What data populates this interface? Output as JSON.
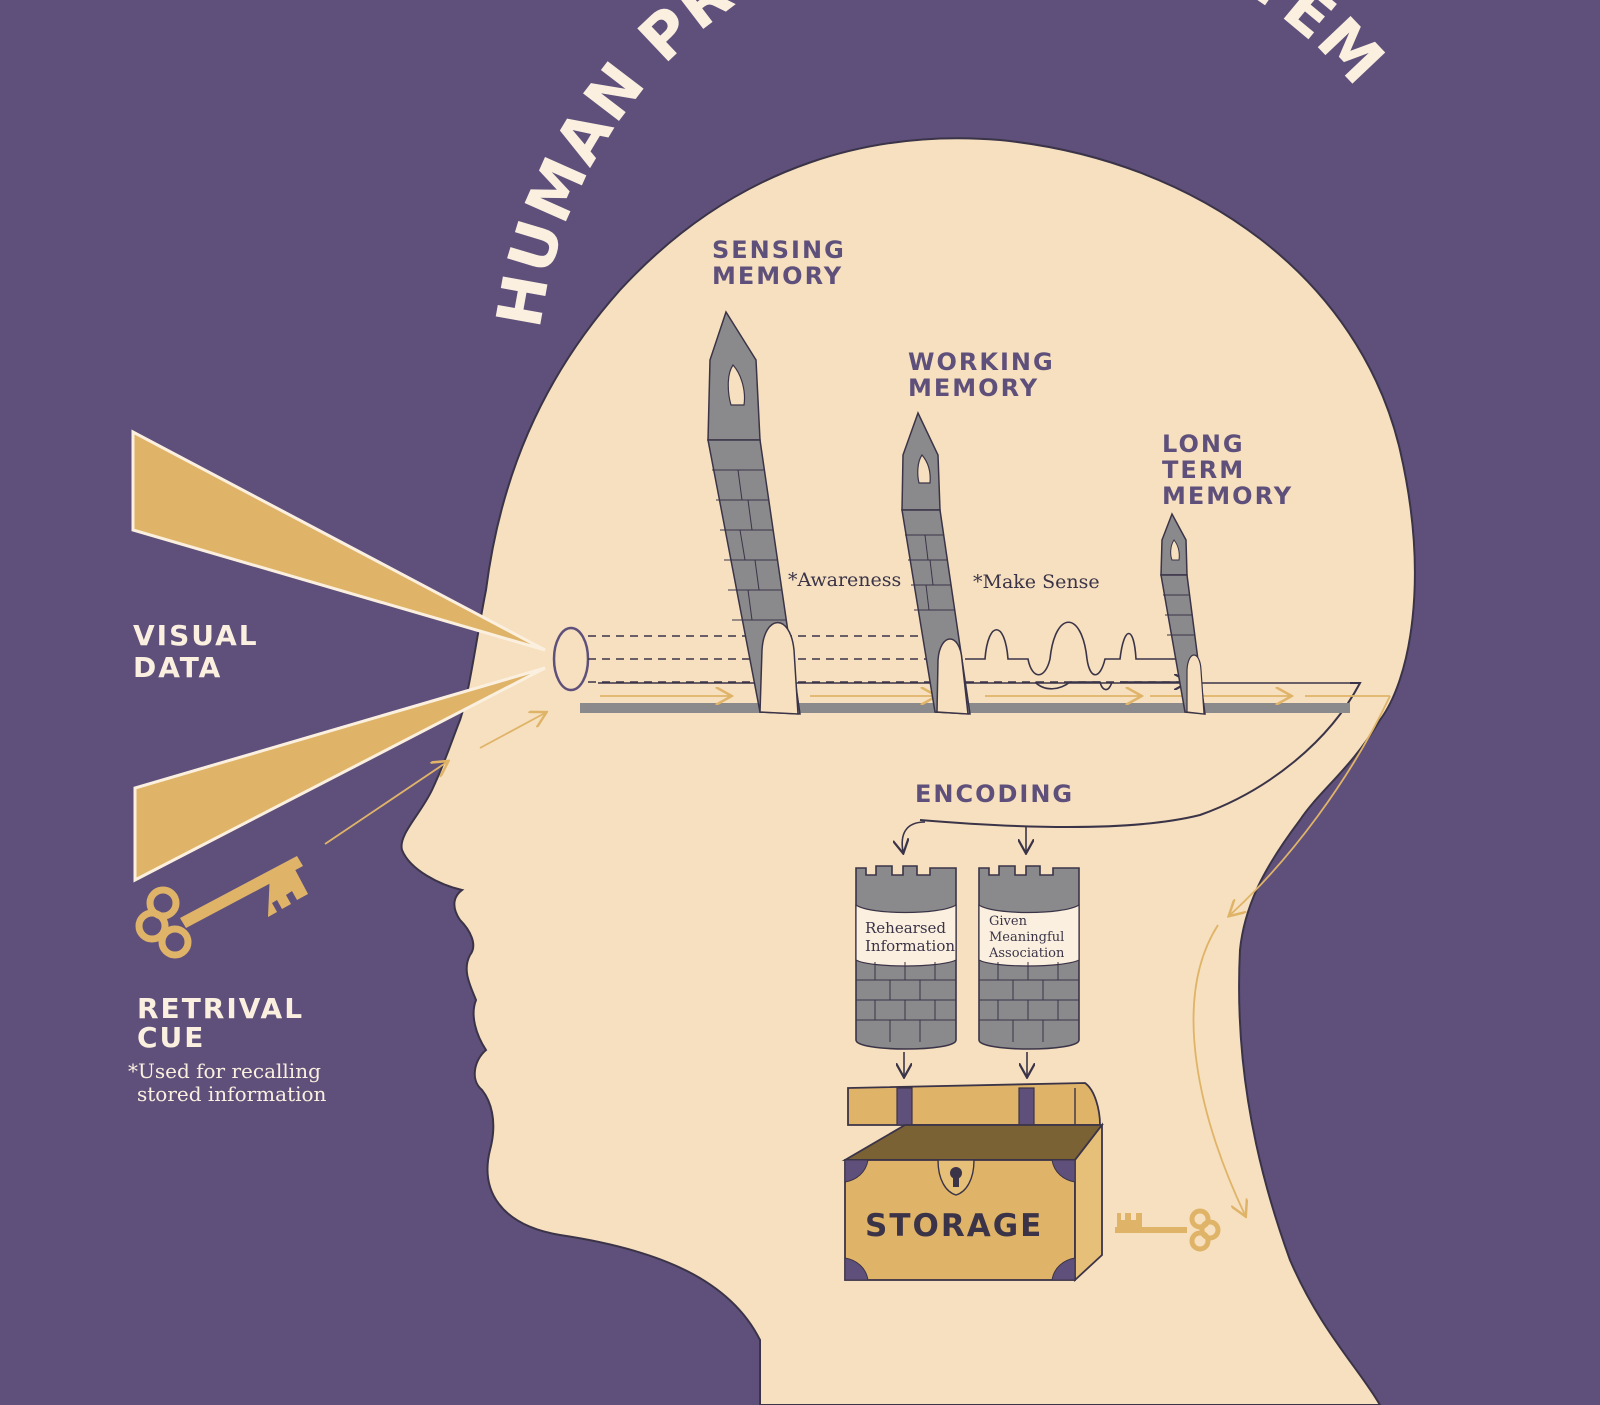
{
  "title": "HUMAN PROCESSING SYSTEM",
  "labels": {
    "sensing_memory": [
      "SENSING",
      "MEMORY"
    ],
    "working_memory": [
      "WORKING",
      "MEMORY"
    ],
    "long_term_memory": [
      "LONG",
      "TERM",
      "MEMORY"
    ],
    "visual_data": [
      "VISUAL",
      "DATA"
    ],
    "retrieval_cue": [
      "RETRIVAL",
      "CUE"
    ],
    "retrieval_note": [
      "*Used for recalling",
      "stored information"
    ],
    "awareness": "*Awareness",
    "make_sense": "*Make Sense",
    "encoding": "ENCODING",
    "rehearsed": [
      "Rehearsed",
      "Information"
    ],
    "meaningful": [
      "Given",
      "Meaningful",
      "Association"
    ],
    "storage": "STORAGE"
  },
  "colors": {
    "background": "#5f507b",
    "head": "#f6e0bf",
    "gold": "#e0b468",
    "gray": "#8a8a8c",
    "dark": "#3b3448",
    "text_light": "#fbf0df",
    "text_dark": "#5f507b"
  },
  "icons": [
    "eye-icon",
    "key-icon",
    "tower-icon",
    "treasure-chest-icon"
  ]
}
